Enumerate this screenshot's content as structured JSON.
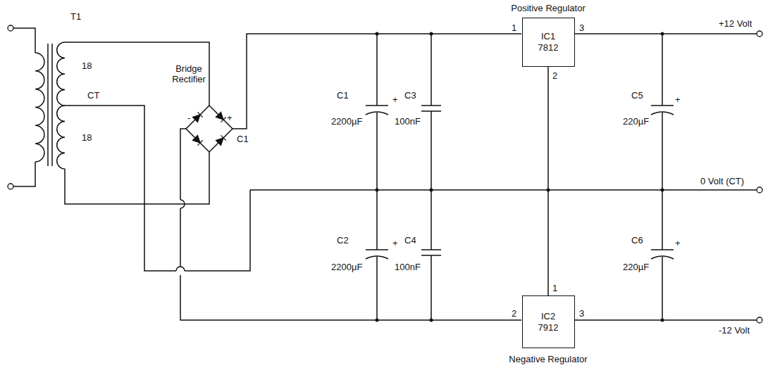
{
  "diagram": {
    "nodes": [
      {
        "text": [
          "Positive Regulator",
          "IC1 7812"
        ]
      },
      {
        "text": [
          "IC2 7912",
          "Negative Regulator"
        ]
      }
    ],
    "edges": [
      {
        "from": 0,
        "to": 1,
        "arrow": "none"
      }
    ],
    "labels": [
      "T1",
      "18",
      "CT",
      "18",
      "Bridge Rectifier",
      "-",
      "+",
      "C1",
      "C1",
      "2200µF",
      "+",
      "C3",
      "100nF",
      "1",
      "2",
      "3",
      "+12 Volt",
      "C5",
      "220µF",
      "+",
      "0 Volt (CT)",
      "C2",
      "2200µF",
      "+",
      "C4",
      "100nF",
      "1",
      "2",
      "3",
      "C6",
      "220µF",
      "+",
      "-12 Volt"
    ]
  }
}
